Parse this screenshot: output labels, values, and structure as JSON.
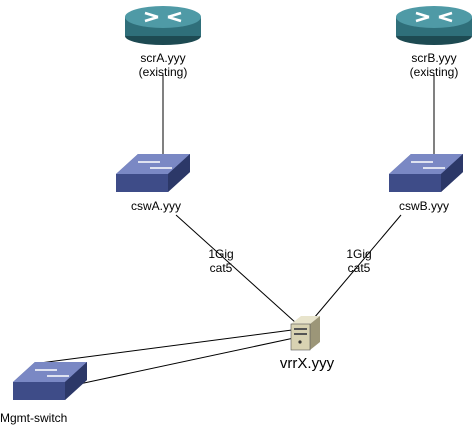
{
  "nodes": {
    "router_a": {
      "name": "scrA.yyy",
      "note": "(existing)",
      "icon": "router-icon"
    },
    "router_b": {
      "name": "scrB.yyy",
      "note": "(existing)",
      "icon": "router-icon"
    },
    "switch_a": {
      "name": "cswA.yyy",
      "icon": "switch-icon"
    },
    "switch_b": {
      "name": "cswB.yyy",
      "icon": "switch-icon"
    },
    "server": {
      "name": "vrrX.yyy",
      "icon": "server-icon"
    },
    "mgmt_switch": {
      "name": "Mgmt-switch",
      "icon": "switch-icon"
    }
  },
  "links": {
    "a_speed": "1Gig",
    "a_cable": "cat5",
    "b_speed": "1Gig",
    "b_cable": "cat5"
  },
  "colors": {
    "router": "#2f6f7a",
    "switch": "#5a6aa8",
    "line": "#000000"
  }
}
